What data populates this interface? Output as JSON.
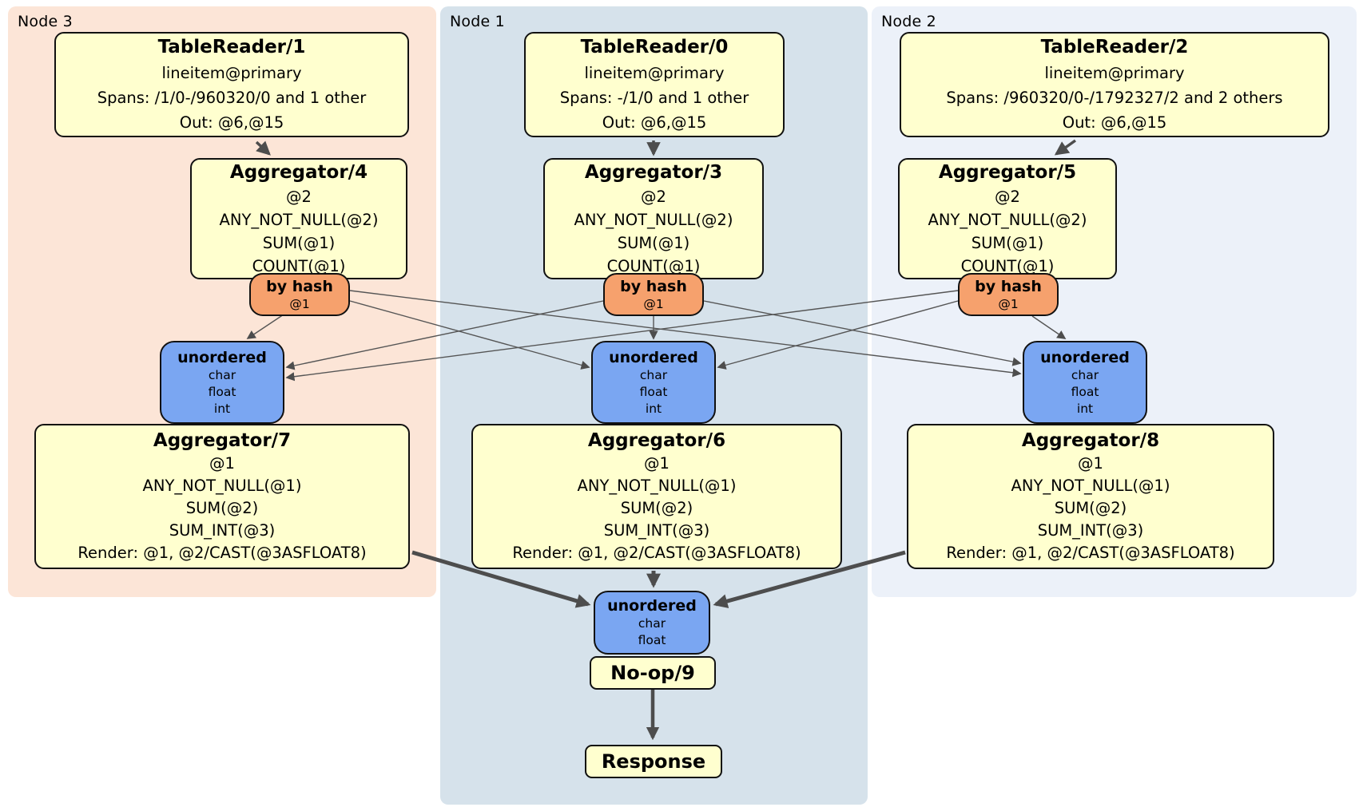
{
  "regions": {
    "node3": {
      "label": "Node 3"
    },
    "node1": {
      "label": "Node 1"
    },
    "node2": {
      "label": "Node 2"
    }
  },
  "processors": {
    "tr1": {
      "title": "TableReader/1",
      "lines": [
        "lineitem@primary",
        "Spans: /1/0-/960320/0 and 1 other",
        "Out: @6,@15"
      ]
    },
    "tr0": {
      "title": "TableReader/0",
      "lines": [
        "lineitem@primary",
        "Spans: -/1/0 and 1 other",
        "Out: @6,@15"
      ]
    },
    "tr2": {
      "title": "TableReader/2",
      "lines": [
        "lineitem@primary",
        "Spans: /960320/0-/1792327/2 and 2 others",
        "Out: @6,@15"
      ]
    },
    "agg4": {
      "title": "Aggregator/4",
      "lines": [
        "@2",
        "ANY_NOT_NULL(@2)",
        "SUM(@1)",
        "COUNT(@1)"
      ]
    },
    "agg3": {
      "title": "Aggregator/3",
      "lines": [
        "@2",
        "ANY_NOT_NULL(@2)",
        "SUM(@1)",
        "COUNT(@1)"
      ]
    },
    "agg5": {
      "title": "Aggregator/5",
      "lines": [
        "@2",
        "ANY_NOT_NULL(@2)",
        "SUM(@1)",
        "COUNT(@1)"
      ]
    },
    "agg7": {
      "title": "Aggregator/7",
      "lines": [
        "@1",
        "ANY_NOT_NULL(@1)",
        "SUM(@2)",
        "SUM_INT(@3)",
        "Render: @1, @2/CAST(@3ASFLOAT8)"
      ]
    },
    "agg6": {
      "title": "Aggregator/6",
      "lines": [
        "@1",
        "ANY_NOT_NULL(@1)",
        "SUM(@2)",
        "SUM_INT(@3)",
        "Render: @1, @2/CAST(@3ASFLOAT8)"
      ]
    },
    "agg8": {
      "title": "Aggregator/8",
      "lines": [
        "@1",
        "ANY_NOT_NULL(@1)",
        "SUM(@2)",
        "SUM_INT(@3)",
        "Render: @1, @2/CAST(@3ASFLOAT8)"
      ]
    },
    "noop": {
      "title": "No-op/9"
    },
    "response": {
      "title": "Response"
    }
  },
  "routers": {
    "hash3": {
      "title": "by hash",
      "detail": "@1"
    },
    "hash1": {
      "title": "by hash",
      "detail": "@1"
    },
    "hash2": {
      "title": "by hash",
      "detail": "@1"
    }
  },
  "syncs": {
    "sync3": {
      "title": "unordered",
      "streams": [
        "char",
        "float",
        "int"
      ]
    },
    "sync1": {
      "title": "unordered",
      "streams": [
        "char",
        "float",
        "int"
      ]
    },
    "sync2": {
      "title": "unordered",
      "streams": [
        "char",
        "float",
        "int"
      ]
    },
    "final": {
      "title": "unordered",
      "streams": [
        "char",
        "float"
      ]
    }
  },
  "colors": {
    "node3_bg": "#fce5d7",
    "node1_bg": "#d6e2eb",
    "node2_bg": "#ecf1f9",
    "processor_bg": "#ffffcf",
    "router_bg": "#f6a16d",
    "sync_bg": "#7aa6f2",
    "edge": "#4d4d4d"
  }
}
